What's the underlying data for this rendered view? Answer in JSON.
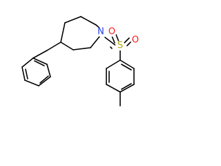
{
  "molecule": {
    "atoms": {
      "nitrogen": {
        "label": "N",
        "color": "#1f3ce6"
      },
      "sulfur": {
        "label": "S",
        "color": "#b3a400"
      },
      "oxygen_left": {
        "label": "O",
        "color": "#ff1a1a"
      },
      "oxygen_right": {
        "label": "O",
        "color": "#ff1a1a"
      }
    },
    "bond_color": "#000000"
  }
}
